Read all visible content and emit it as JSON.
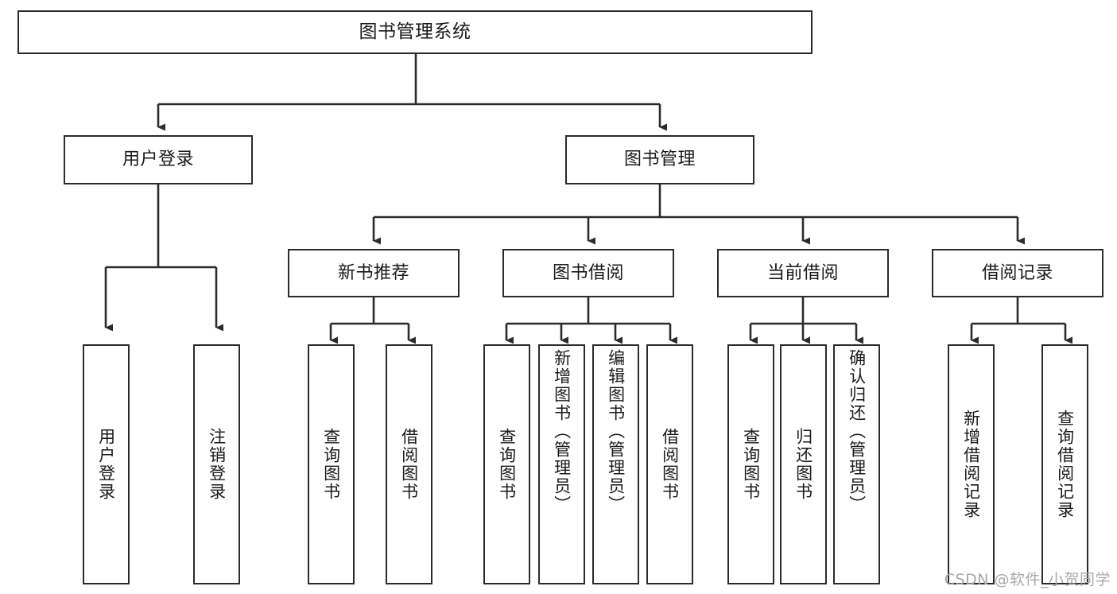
{
  "diagram": {
    "title": "图书管理系统",
    "type": "tree-hierarchy",
    "colors": {
      "box_border": "#2b2b2b",
      "box_fill": "#ffffff",
      "connector": "#2b2b2b",
      "text": "#1a1a1a",
      "watermark": "#a9a9a9",
      "background": "#ffffff"
    },
    "root": {
      "label": "图书管理系统"
    },
    "level2": [
      {
        "label": "用户登录"
      },
      {
        "label": "图书管理"
      }
    ],
    "level3": [
      {
        "label": "新书推荐"
      },
      {
        "label": "图书借阅"
      },
      {
        "label": "当前借阅"
      },
      {
        "label": "借阅记录"
      }
    ],
    "leaves": {
      "user_login": [
        {
          "label": "用户登录"
        },
        {
          "label": "注销登录"
        }
      ],
      "new_book_recommend": [
        {
          "label": "查询图书"
        },
        {
          "label": "借阅图书"
        }
      ],
      "book_borrow": [
        {
          "label": "查询图书"
        },
        {
          "label": "新增图书（管理员）"
        },
        {
          "label": "编辑图书（管理员）"
        },
        {
          "label": "借阅图书"
        }
      ],
      "current_borrow": [
        {
          "label": "查询图书"
        },
        {
          "label": "归还图书"
        },
        {
          "label": "确认归还（管理员）"
        }
      ],
      "borrow_record": [
        {
          "label": "新增借阅记录"
        },
        {
          "label": "查询借阅记录"
        }
      ]
    }
  },
  "watermark": {
    "text": "CSDN @软件_小贺同学"
  }
}
